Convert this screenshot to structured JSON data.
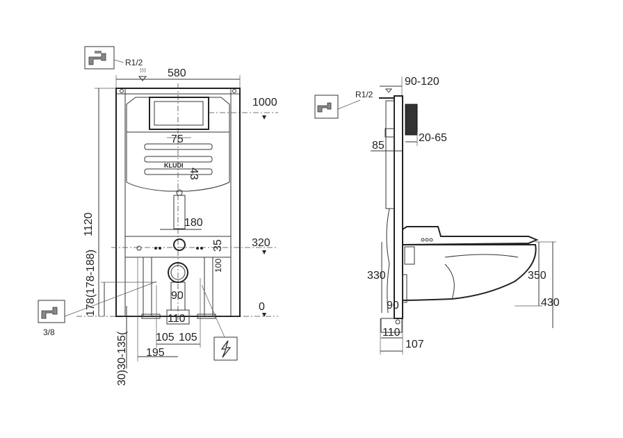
{
  "front_view": {
    "water_inlet_label": "R1/2",
    "width_label": "580",
    "height_mark_top": "1000",
    "flush_offset": "75",
    "flush_height": "43",
    "brand_logo": "KLUDI",
    "frame_height": "1120",
    "bolt_spacing": "180",
    "bolt_height_mark": "320",
    "dim_35": "35",
    "dim_100": "100",
    "drain_height": "178(178-188)",
    "drain_width": "90",
    "floor_mark": "0",
    "outlet_width": "110",
    "left_offset": "105",
    "right_offset": "105",
    "side_offset": "195",
    "foot_adjust": "30)30-135(",
    "supply_label": "3/8"
  },
  "side_view": {
    "water_inlet_label": "R1/2",
    "depth_range": "90-120",
    "wall_range": "20-65",
    "dim_85": "85",
    "dim_330": "330",
    "dim_350": "350",
    "dim_430": "430",
    "dim_90": "90",
    "dim_110": "110",
    "dim_107": "107"
  },
  "icons": [
    "water-tap-icon",
    "electric-power-icon",
    "flush-arrow-icon"
  ]
}
